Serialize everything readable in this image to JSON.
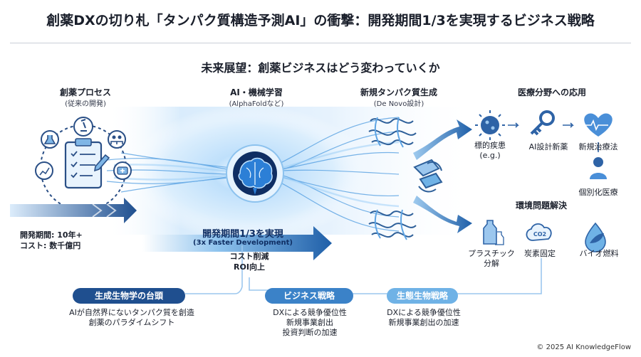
{
  "header": {
    "title": "創薬DXの切り札「タンパク質構造予測AI」の衝撃：開発期間1/3を実現するビジネス戦略",
    "subtitle": "未来展望：創薬ビジネスはどう変わっていくか"
  },
  "process": {
    "title": "創薬プロセス",
    "sub": "(従来の開発)",
    "period": "開発期間: 10年+",
    "cost": "コスト: 数千億円"
  },
  "ai": {
    "title": "AI・機械学習",
    "sub": "(AlphaFoldなど)",
    "arrow_main": "開発期間1/3を実現",
    "arrow_sub": "(3x Faster Development)",
    "result1": "コスト削減",
    "result2": "ROI向上"
  },
  "protein": {
    "title": "新規タンパク質生成",
    "sub": "(De Novo設計)"
  },
  "medical": {
    "title": "医療分野への応用",
    "target": "標的疾患",
    "target_sub": "(e.g.)",
    "ai_drug": "AI設計新薬",
    "therapy": "新規治療法",
    "personal": "個別化医療"
  },
  "environment": {
    "title": "環境問題解決",
    "plastic": "プラスチック 分解",
    "carbon": "炭素固定",
    "biofuel": "バイオ燃料",
    "co2": "CO2"
  },
  "bottom": {
    "pill1": "生成生物学の台頭",
    "text1a": "AIが自然界にないタンパク質を創造",
    "text1b": "創薬のパラダイムシフト",
    "pill2": "ビジネス戦略",
    "text2a": "DXによる競争優位性",
    "text2b": "新規事業創出",
    "text2c": "投資判断の加速",
    "pill3": "生態生物戦略",
    "text3a": "DXによる競争優位性",
    "text3b": "新規事業創出の加速"
  },
  "footer": {
    "copyright": "© 2025 AI KnowledgeFlow"
  },
  "colors": {
    "dark_blue": "#1f4f8f",
    "mid_blue": "#3b82c8",
    "light_blue": "#6fb2e6",
    "glow": "#cfe6fb"
  }
}
